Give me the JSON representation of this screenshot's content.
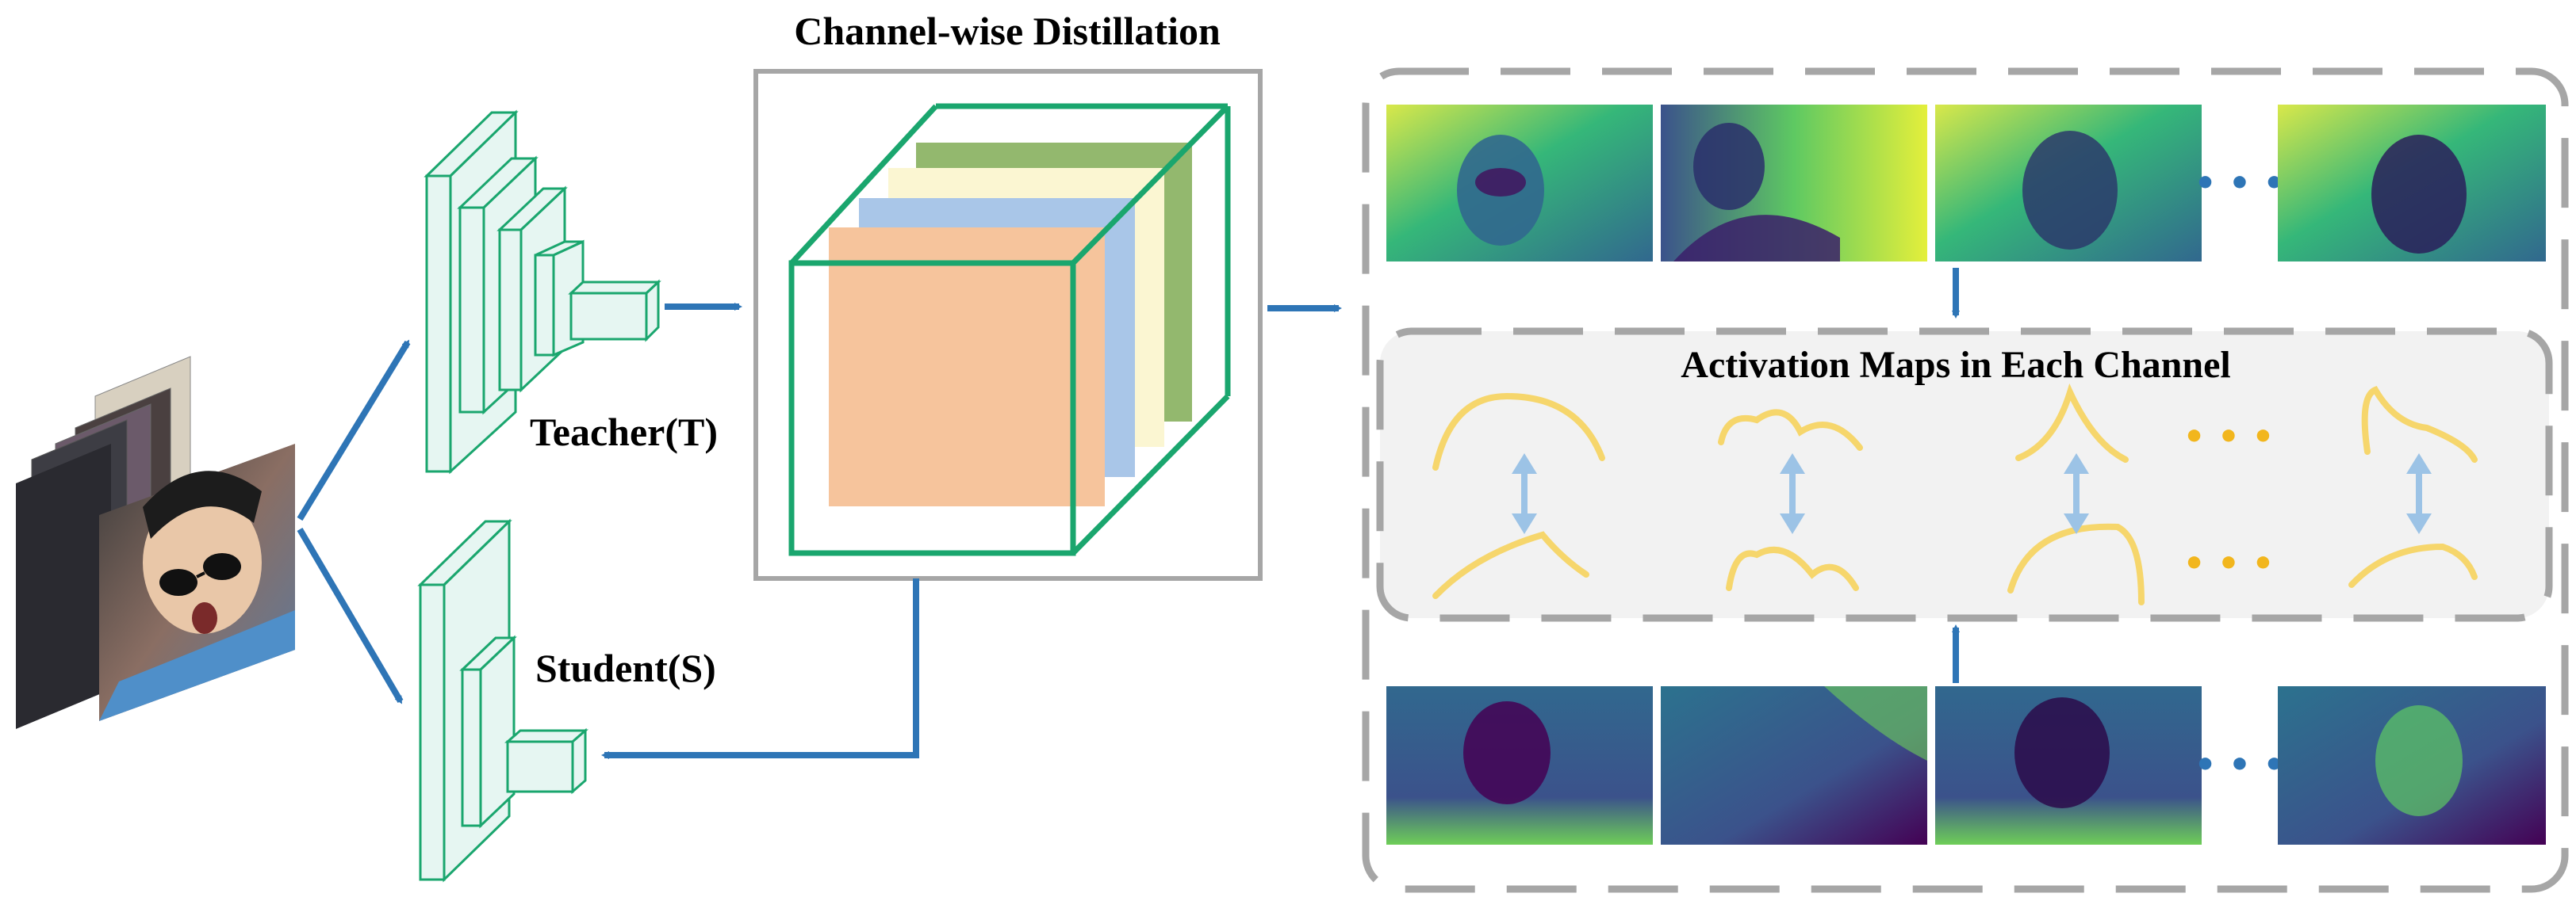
{
  "title": "Channel-wise Distillation",
  "teacher_label": "Teacher(T)",
  "student_label": "Student(S)",
  "activation_label": "Activation Maps in Each Channel",
  "ellipsis": "• • •",
  "colors": {
    "network_fill": "#e6f6f2",
    "network_stroke": "#1aa66e",
    "arrow": "#2e75b6",
    "cube_stroke": "#1aa66e",
    "channel_orange": "#f6c49c",
    "channel_blue": "#a9c6e8",
    "channel_yellow": "#fbf6d2",
    "channel_green": "#93b86e",
    "curve": "#f6d66c",
    "ellipsis_teacher": "#2e75b6",
    "ellipsis_curves": "#f2b61d",
    "double_arrow": "#9cc3e6",
    "dash": "#a6a6a6",
    "panel_bg": "#f2f2f2"
  },
  "icons": {
    "input_stack": "face-image-stack-icon",
    "teacher_net": "teacher-network-icon",
    "student_net": "student-network-icon",
    "cube": "channel-cube-icon"
  }
}
